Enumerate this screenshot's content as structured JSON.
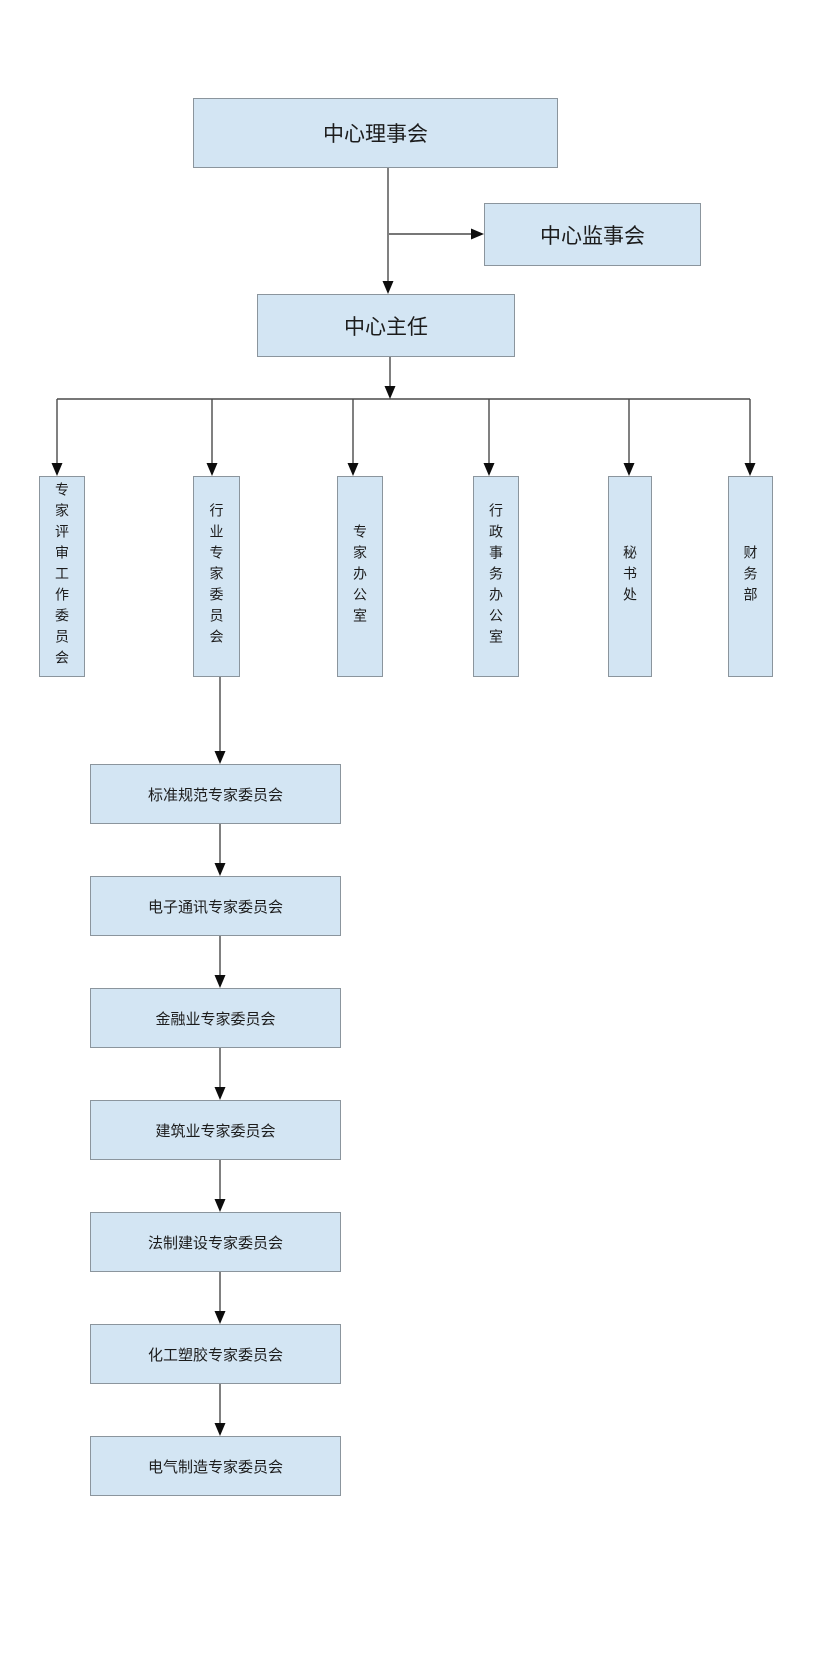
{
  "diagram_type": "organization-flowchart",
  "colors": {
    "node_fill": "#d3e5f3",
    "node_border": "#8b959d",
    "line": "#4a4a4a",
    "arrowhead": "#0d0d0d",
    "background": "#ffffff",
    "text": "#1c1c1c"
  },
  "nodes": {
    "board": {
      "label": "中心理事会"
    },
    "supervisory": {
      "label": "中心监事会"
    },
    "director": {
      "label": "中心主任"
    }
  },
  "departments": [
    {
      "label": "专家评审工作委员会"
    },
    {
      "label": "行业专家委员会"
    },
    {
      "label": "专家办公室"
    },
    {
      "label": "行政事务办公室"
    },
    {
      "label": "秘书处"
    },
    {
      "label": "财务部"
    }
  ],
  "expert_committees": [
    {
      "label": "标准规范专家委员会"
    },
    {
      "label": "电子通讯专家委员会"
    },
    {
      "label": "金融业专家委员会"
    },
    {
      "label": "建筑业专家委员会"
    },
    {
      "label": "法制建设专家委员会"
    },
    {
      "label": "化工塑胶专家委员会"
    },
    {
      "label": "电气制造专家委员会"
    }
  ]
}
